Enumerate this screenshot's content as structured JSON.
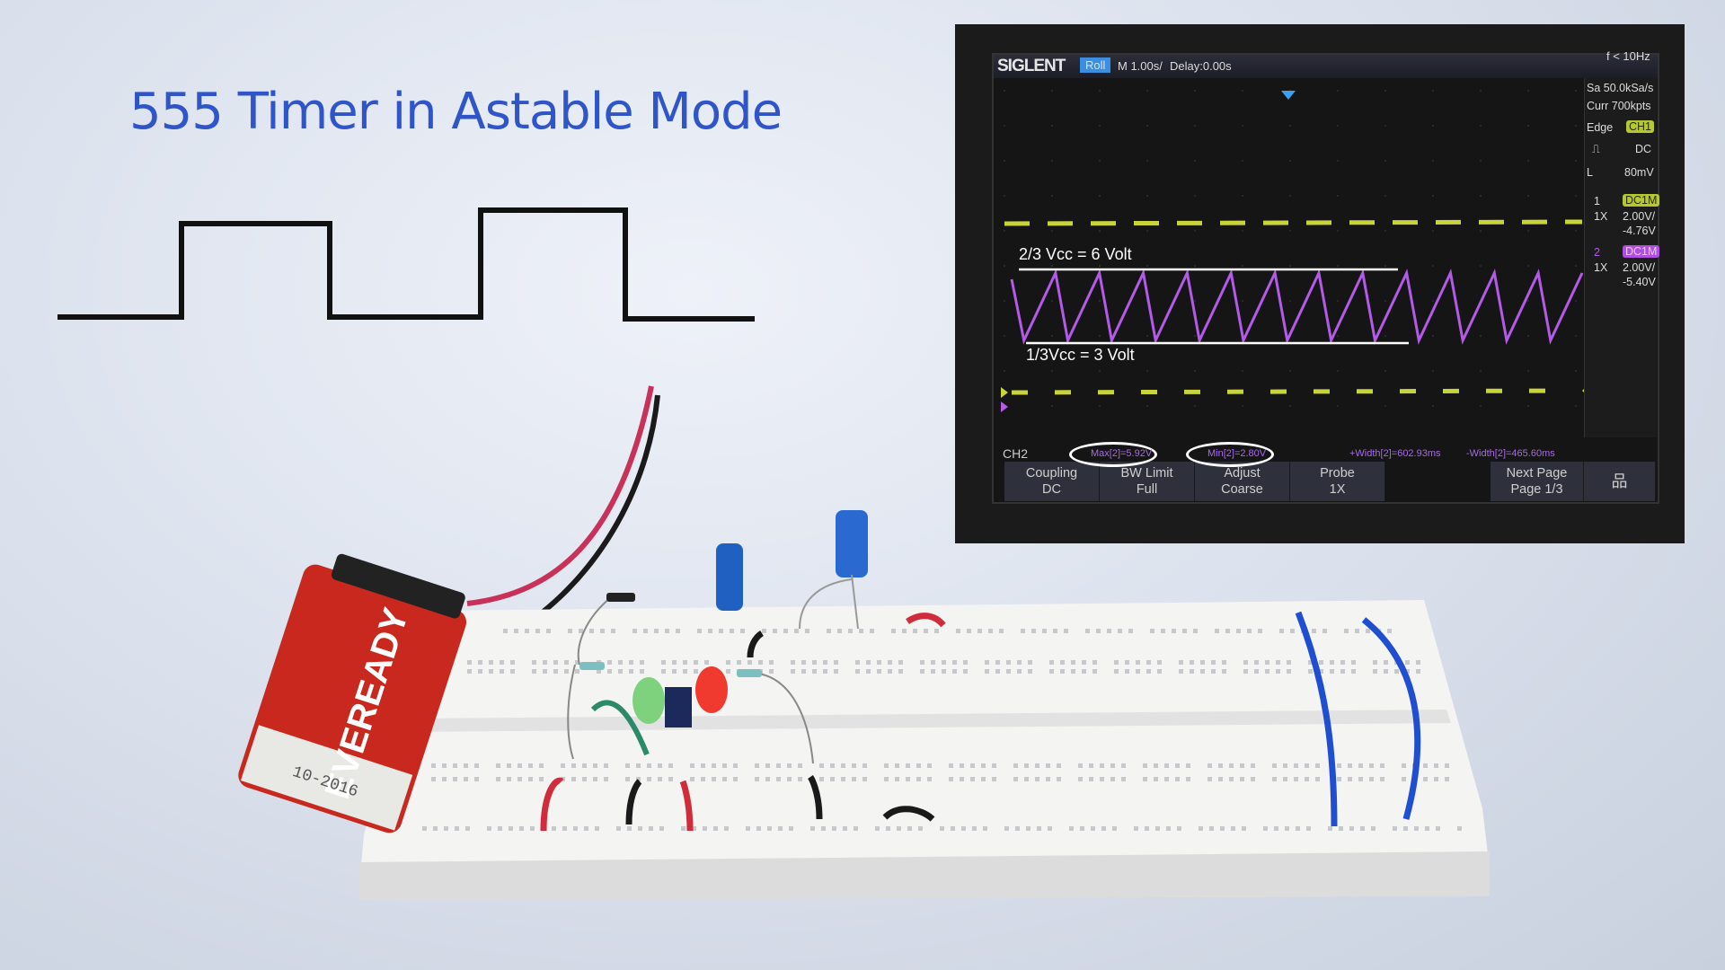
{
  "title": "555 Timer in Astable Mode",
  "scope": {
    "brand": "SIGLENT",
    "mode": "Roll",
    "timebase": "M 1.00s/",
    "delay": "Delay:0.00s",
    "freq": "f < 10Hz",
    "sample_rate": "Sa 50.0kSa/s",
    "memory": "Curr 700kpts",
    "trigger": {
      "type": "Edge",
      "source": "CH1",
      "coupling": "DC",
      "level_label": "L",
      "level": "80mV"
    },
    "ch1": {
      "num": "1",
      "coupling": "DC1M",
      "probe": "1X",
      "scale": "2.00V/",
      "offset": "-4.76V",
      "color": "#c8d43a"
    },
    "ch2": {
      "num": "2",
      "coupling": "DC1M",
      "probe": "1X",
      "scale": "2.00V/",
      "offset": "-5.40V",
      "color": "#b45ae8"
    },
    "annotations": {
      "upper": "2/3 Vcc = 6 Volt",
      "lower": "1/3Vcc = 3 Volt"
    },
    "measurements": {
      "channel": "CH2",
      "max": "Max[2]=5.92V",
      "min": "Min[2]=2.80V",
      "pos_width": "+Width[2]=602.93ms",
      "neg_width": "-Width[2]=465.60ms"
    },
    "menu": [
      {
        "title": "Coupling",
        "value": "DC"
      },
      {
        "title": "BW Limit",
        "value": "Full"
      },
      {
        "title": "Adjust",
        "value": "Coarse"
      },
      {
        "title": "Probe",
        "value": "1X"
      },
      {
        "title": "Next Page",
        "value": "Page 1/3"
      }
    ]
  },
  "battery": {
    "brand": "EVEREADY",
    "code": "10-2016"
  }
}
